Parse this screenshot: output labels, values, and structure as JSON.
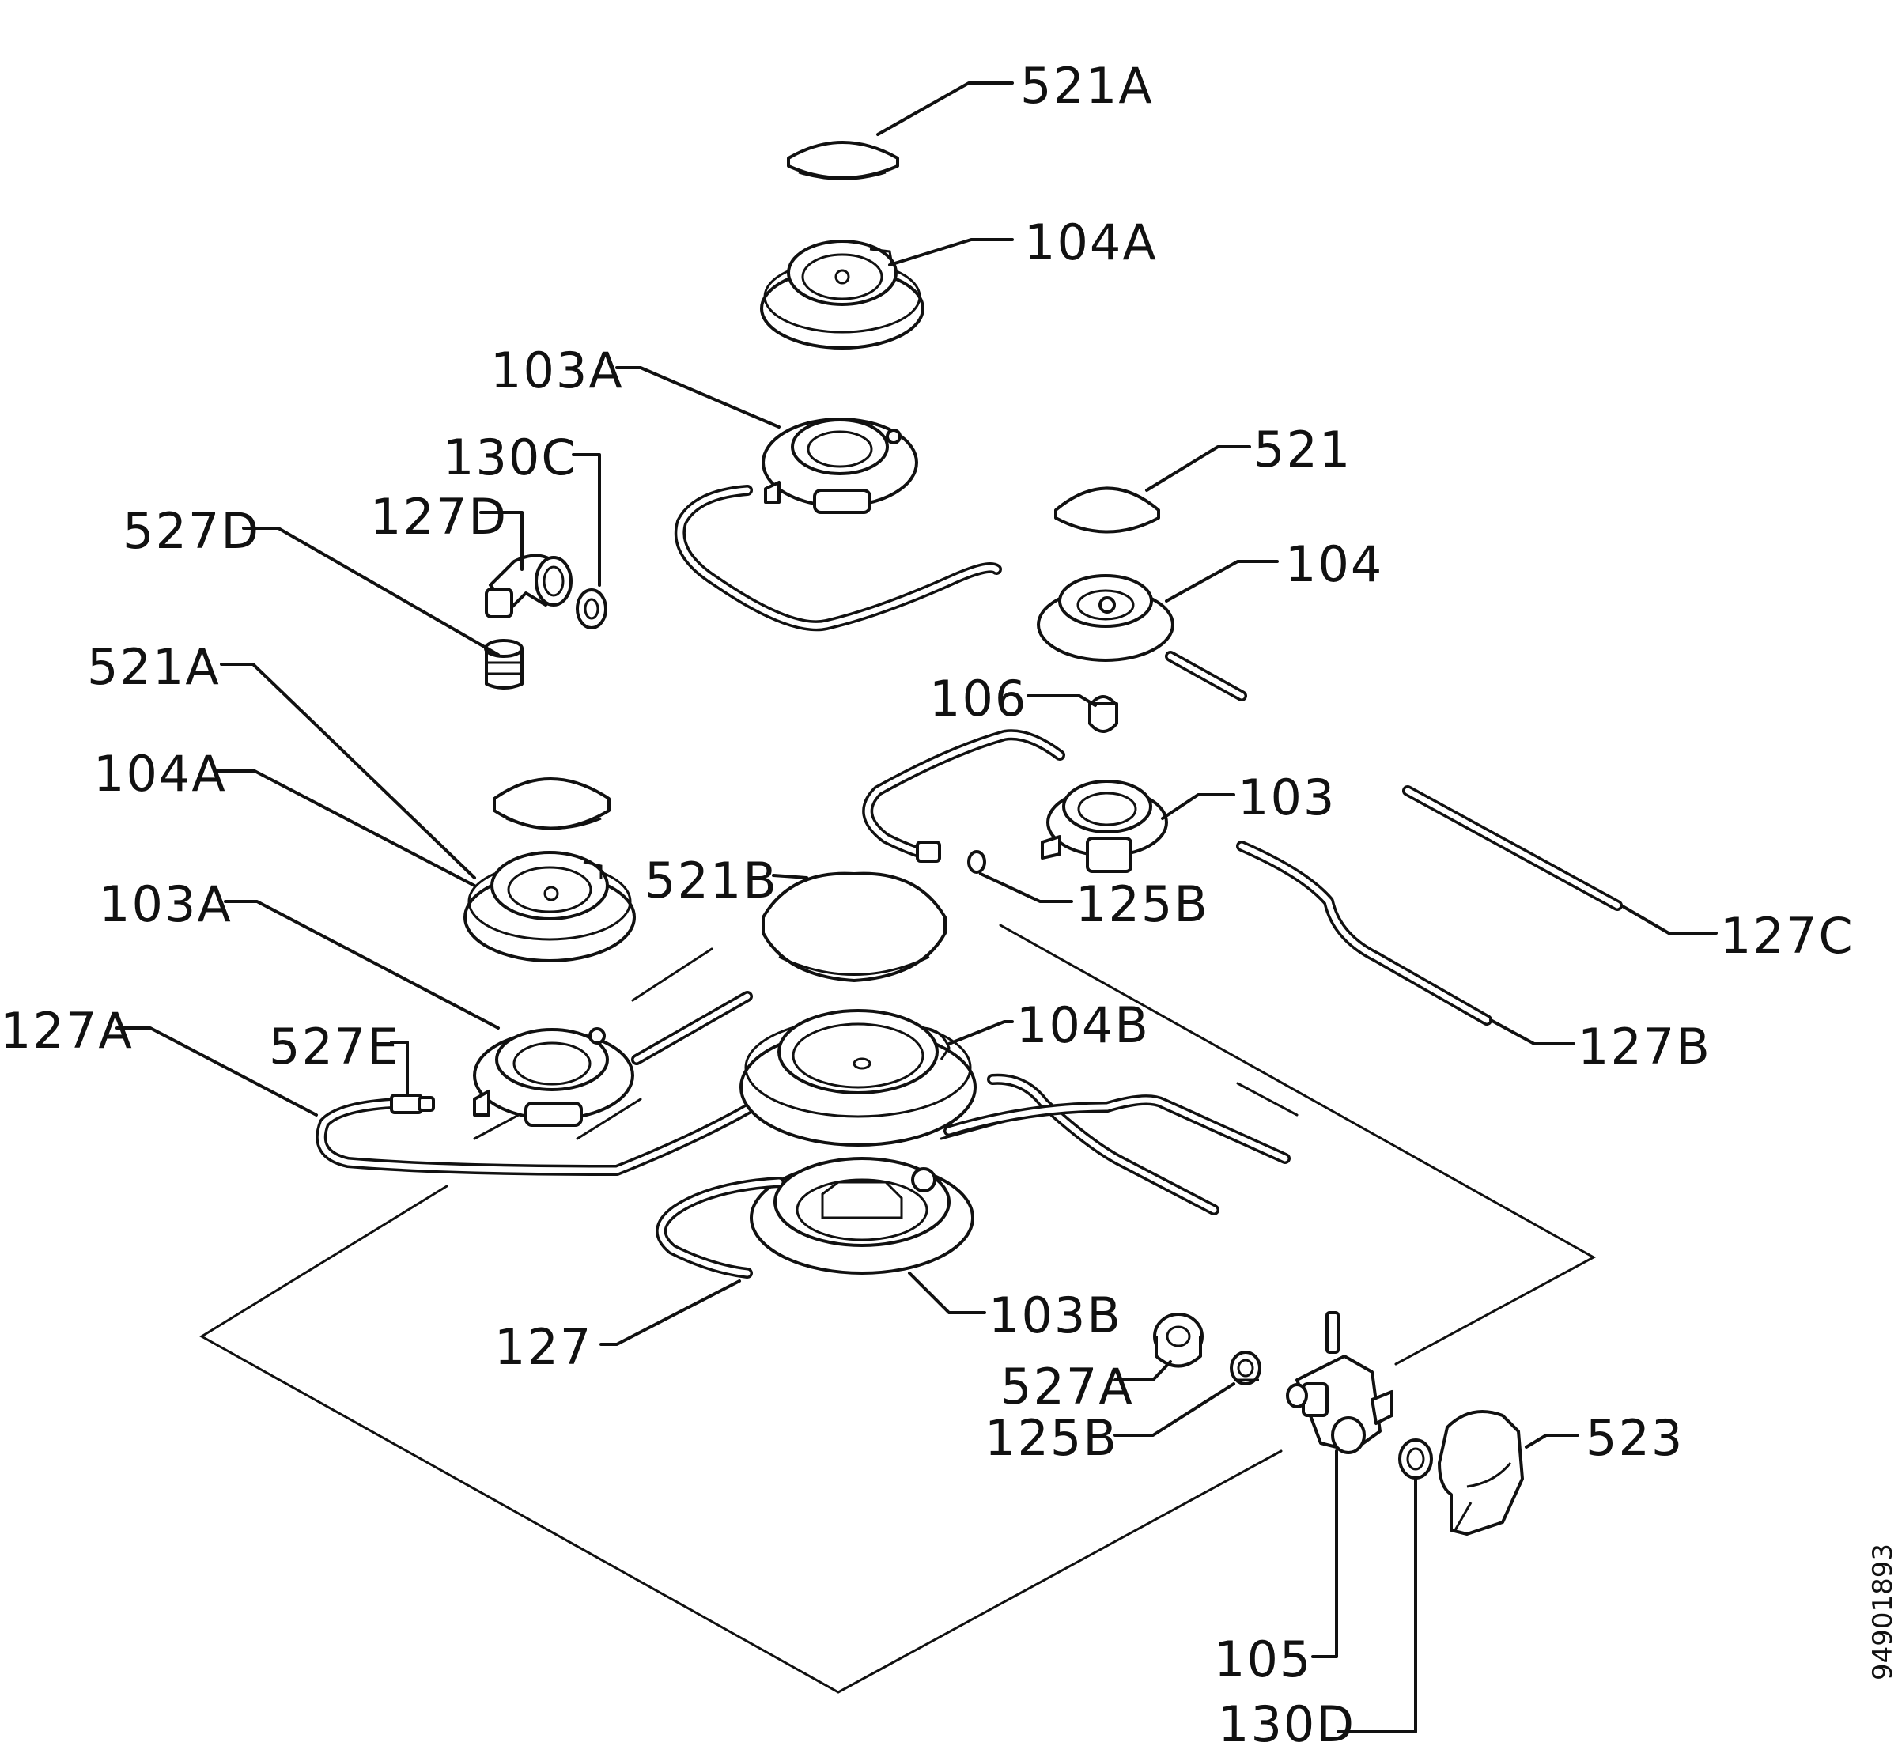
{
  "diagram": {
    "labels": {
      "l_521A_top": "521A",
      "l_104A_top": "104A",
      "l_103A_top": "103A",
      "l_130C": "130C",
      "l_127D": "127D",
      "l_527D": "527D",
      "l_521": "521",
      "l_104": "104",
      "l_106": "106",
      "l_103": "103",
      "l_125B_top": "125B",
      "l_127C": "127C",
      "l_127B": "127B",
      "l_521A_left": "521A",
      "l_104A_left": "104A",
      "l_103A_left": "103A",
      "l_521B": "521B",
      "l_104B": "104B",
      "l_127A": "127A",
      "l_527E": "527E",
      "l_103B": "103B",
      "l_127": "127",
      "l_527A": "527A",
      "l_125B_bottom": "125B",
      "l_523": "523",
      "l_105": "105",
      "l_130D": "130D"
    },
    "document_id": "94901893"
  }
}
